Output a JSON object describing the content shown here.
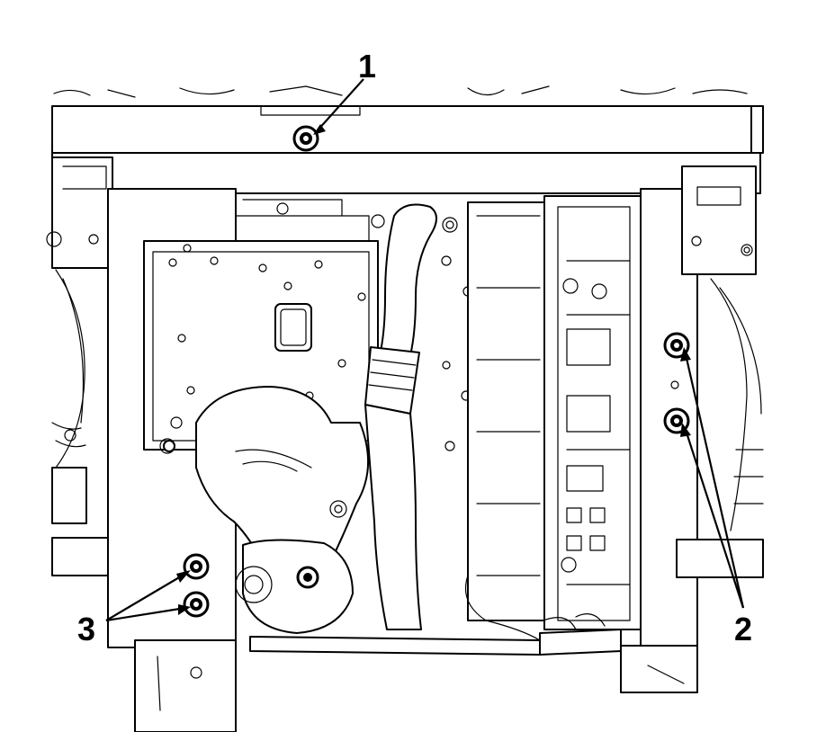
{
  "figure": {
    "callouts": [
      {
        "id": "1",
        "label": "1",
        "item": "upper-crossmember-bolt"
      },
      {
        "id": "2",
        "label": "2",
        "item": "right-side-bolts"
      },
      {
        "id": "3",
        "label": "3",
        "item": "lower-left-bolts"
      }
    ],
    "colors": {
      "line": "#000000",
      "background": "#ffffff"
    }
  }
}
